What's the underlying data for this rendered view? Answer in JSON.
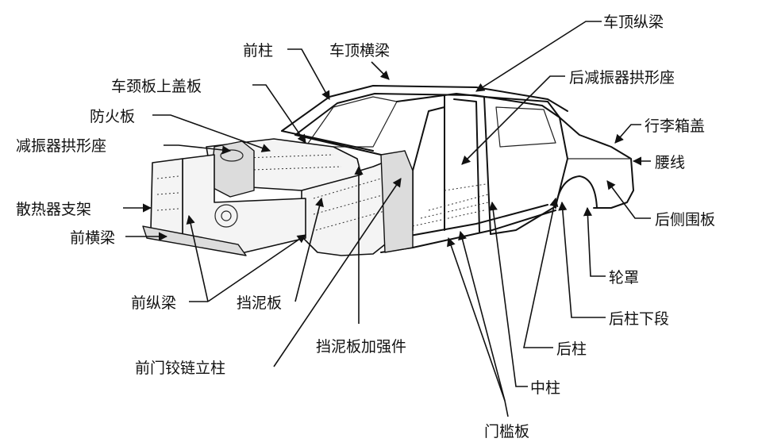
{
  "labels": {
    "roof_longitudinal_beam": "车顶纵梁",
    "a_pillar": "前柱",
    "roof_cross_beam": "车顶横梁",
    "rear_shock_tower": "后减振器拱形座",
    "cowl_top_panel": "车颈板上盖板",
    "firewall": "防火板",
    "trunk_lid": "行李箱盖",
    "front_shock_tower": "减振器拱形座",
    "waistline": "腰线",
    "radiator_support": "散热器支架",
    "rear_quarter_panel": "后侧围板",
    "front_cross_member": "前横梁",
    "wheel_housing": "轮罩",
    "front_side_member": "前纵梁",
    "fender": "挡泥板",
    "rear_pillar_lower": "后柱下段",
    "fender_reinforcement": "挡泥板加强件",
    "rear_pillar": "后柱",
    "front_door_hinge_pillar": "前门铰链立柱",
    "center_pillar": "中柱",
    "rocker_panel": "门槛板"
  },
  "colors": {
    "ink": "#111111",
    "background": "#ffffff"
  }
}
